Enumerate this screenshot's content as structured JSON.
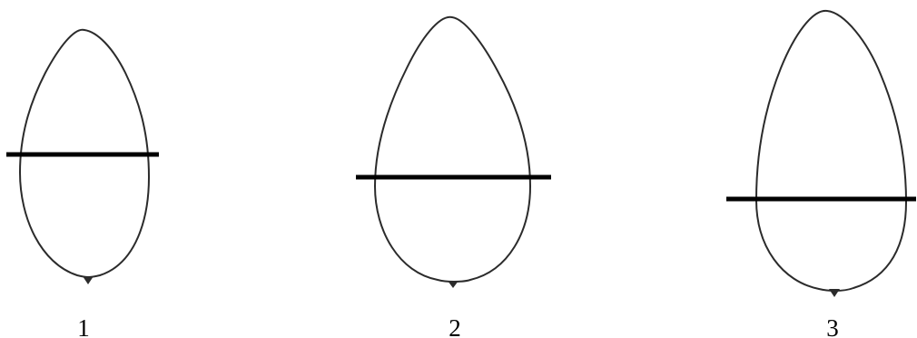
{
  "figures": [
    {
      "label": "1"
    },
    {
      "label": "2"
    },
    {
      "label": "3"
    }
  ]
}
